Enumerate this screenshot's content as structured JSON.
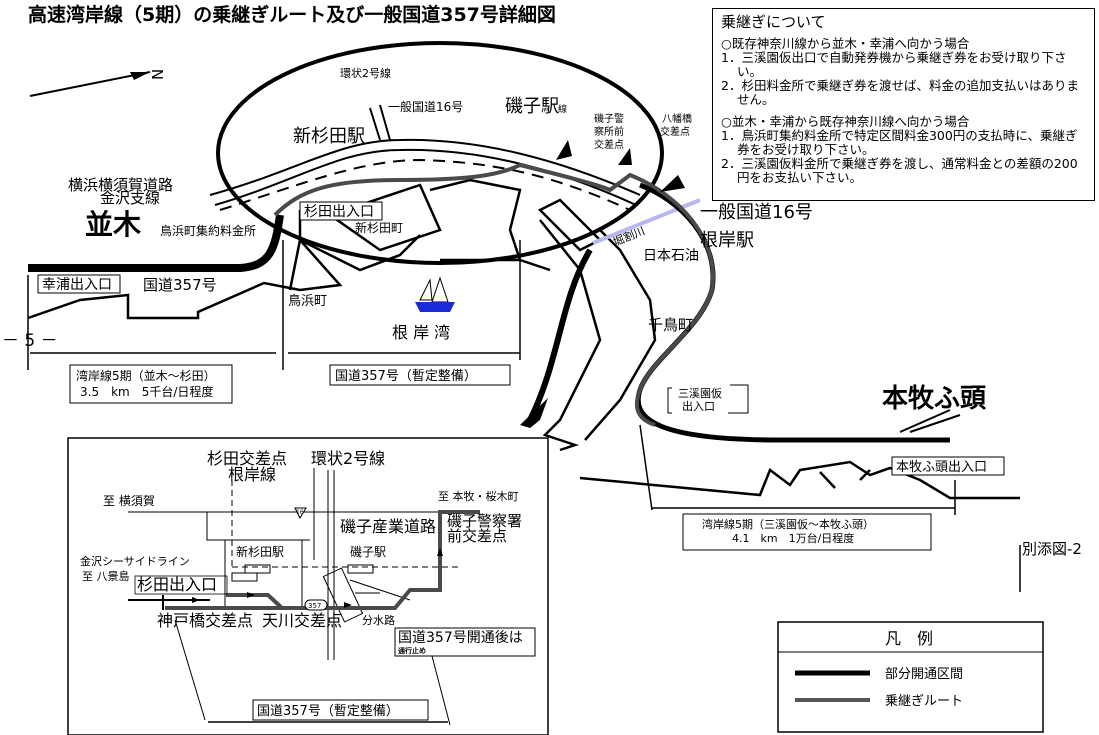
{
  "title": "高速湾岸線（5期）の乗継ぎルート及び一般国道357号詳細図",
  "north": "N",
  "info": {
    "heading": "乗継ぎについて",
    "groups": [
      {
        "title": "○既存神奈川線から並木・幸浦へ向かう場合",
        "items": [
          "1．三溪園仮出口で自動発券機から乗継ぎ券をお受け取り下さい。",
          "2．杉田料金所で乗継ぎ券を渡せば、料金の追加支払いはありません。"
        ]
      },
      {
        "title": "○並木・幸浦から既存神奈川線へ向かう場合",
        "items": [
          "1．鳥浜町集約料金所で特定区間料金300円の支払時に、乗継ぎ券をお受け取り下さい。",
          "2．三溪園仮料金所で乗継ぎ券を渡し、通常料金との差額の200円をお支払い下さい。"
        ]
      }
    ]
  },
  "map": {
    "kanjo2": "環状2号線",
    "route16_small": "一般国道16号",
    "isogo_station": "磯子駅",
    "line_suffix": "線",
    "isogo_police_1": "磯子警",
    "isogo_police_2": "察所前",
    "isogo_police_3": "交差点",
    "hachiman_1": "八幡橋",
    "hachiman_2": "交差点",
    "shinsugita_station": "新杉田駅",
    "yokoyoko_1": "横浜横須賀道路",
    "yokoyoko_2": "金沢支線",
    "namiki": "並木",
    "torihama_toll": "鳥浜町集約料金所",
    "sugita_ic": "杉田出入口",
    "shinsugita_town": "新杉田町",
    "route16_large": "一般国道16号",
    "horiwari": "堀割川",
    "nisseki": "日本石油",
    "negishi_station": "根岸駅",
    "sachiura_ic": "幸浦出入口",
    "route357": "国道357号",
    "torihama_town": "鳥浜町",
    "negishi_bay": "根 岸 湾",
    "chidori": "千鳥町",
    "page_marker": "－ 5 －",
    "section1_line1": "湾岸線5期（並木～杉田）",
    "section1_line2": "3.5　km　5千台/日程度",
    "route357_interim": "国道357号（暫定整備）",
    "sankeien_1": "三溪園仮",
    "sankeien_2": "出入口",
    "honmoku": "本牧ふ頭",
    "honmoku_ic": "本牧ふ頭出入口",
    "section2_line1": "湾岸線5期（三溪園仮～本牧ふ頭）",
    "section2_line2": "4.1　km　1万台/日程度",
    "attachment": "別添図-2"
  },
  "inset": {
    "sugita_cross": "杉田交差点",
    "negishi_line": "根岸線",
    "kanjo2": "環状2号線",
    "to_yokosuka": "至 横須賀",
    "to_honmoku": "至 本牧・桜木町",
    "shield16": "16",
    "isogo_sangyo": "磯子産業道路",
    "police_1": "磯子警察署",
    "police_2": "前交差点",
    "shinsugita_station": "新杉田駅",
    "isogo_station": "磯子駅",
    "seaside_line": "金沢シーサイドライン",
    "to_hakkeijima": "至 八景島",
    "sugita_ic": "杉田出入口",
    "shield357": "357",
    "kanbe_cross": "神戸橋交差点",
    "amakawa_cross": "天川交差点",
    "bunsuiro": "分水路",
    "after_open": "国道357号開通後は",
    "closed": "通行止め",
    "route357_interim": "国道357号（暫定整備）"
  },
  "legend": {
    "title": "凡　例",
    "items": [
      {
        "label": "部分開通区間",
        "color": "#000000"
      },
      {
        "label": "乗継ぎルート",
        "color": "#555555"
      }
    ]
  },
  "colors": {
    "route": "#4a4a4a",
    "river": "#b8b8f0"
  }
}
